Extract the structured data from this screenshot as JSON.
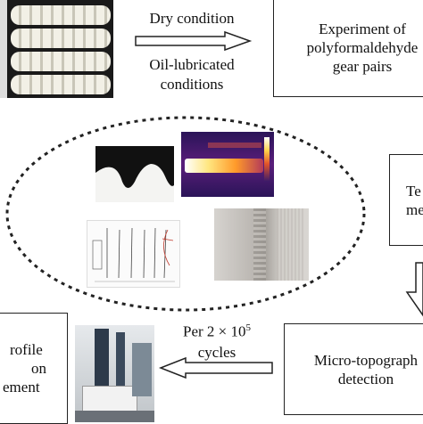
{
  "top_arrow": {
    "label_above": "Dry condition",
    "label_below": [
      "Oil-lubricated",
      "conditions"
    ]
  },
  "experiment_box": {
    "lines": [
      "Experiment of",
      "polyformaldehyde",
      "gear pairs"
    ]
  },
  "right_box": {
    "lines": [
      "Te",
      "me"
    ]
  },
  "micro_box": {
    "lines": [
      "Micro-topograph",
      "detection"
    ]
  },
  "bottom_arrow": {
    "label_line1": "Per 2 × 10",
    "label_exp": "5",
    "label_line2": "cycles"
  },
  "profile_box": {
    "lines": [
      "rofile",
      "on",
      "ement"
    ]
  },
  "colors": {
    "line": "#222222",
    "thermal_hot": "#ffe680",
    "thermal_bg": "#3a1a6a"
  }
}
